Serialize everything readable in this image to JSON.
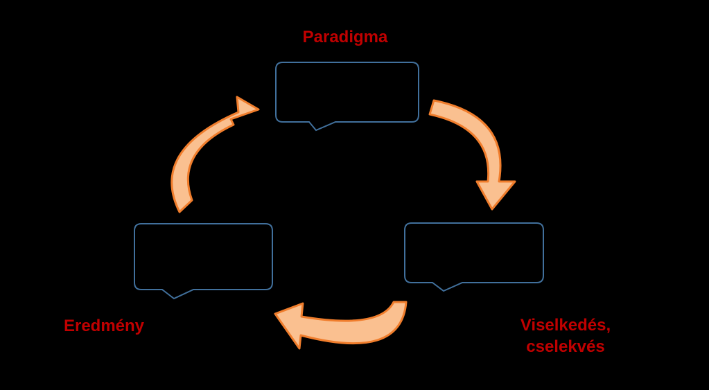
{
  "diagram": {
    "nodes": [
      {
        "id": "paradigm",
        "label": "Paradigma"
      },
      {
        "id": "behavior",
        "label_lines": [
          "Viselkedés,",
          "cselekvés"
        ]
      },
      {
        "id": "outcome",
        "label": "Eredmény"
      }
    ],
    "edges": [
      {
        "from": "paradigm",
        "to": "behavior"
      },
      {
        "from": "behavior",
        "to": "outcome"
      },
      {
        "from": "outcome",
        "to": "paradigm"
      }
    ]
  },
  "colors": {
    "background": "#000000",
    "label_text": "#c00000",
    "box_outline": "#41709c",
    "arrow_fill": "#fac090",
    "arrow_stroke": "#f07d2c"
  }
}
